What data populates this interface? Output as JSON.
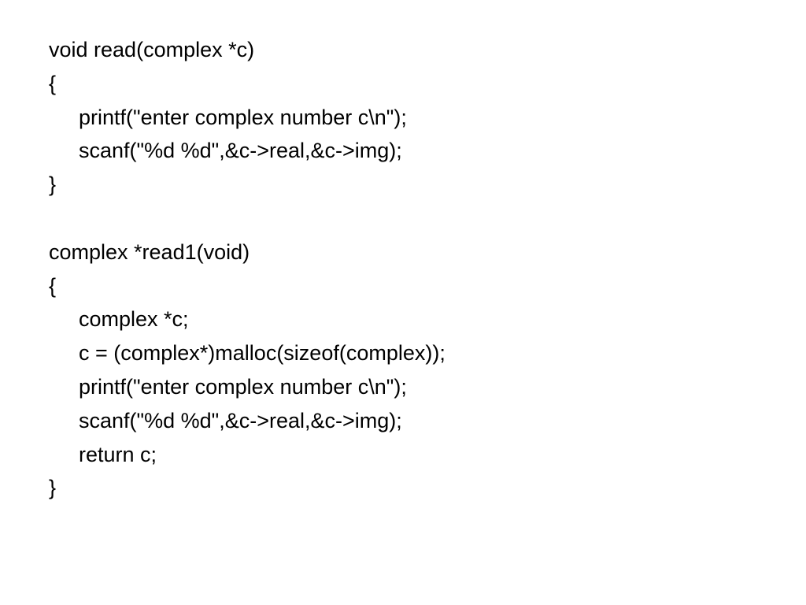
{
  "slide": {
    "lines": [
      {
        "text": "void read(complex *c)",
        "indent": 0
      },
      {
        "text": "{",
        "indent": 0
      },
      {
        "text": "printf(\"enter complex number c\\n\");",
        "indent": 1
      },
      {
        "text": "scanf(\"%d %d\",&c->real,&c->img);",
        "indent": 1
      },
      {
        "text": "}",
        "indent": 0
      },
      {
        "text": "",
        "indent": 0
      },
      {
        "text": "complex *read1(void)",
        "indent": 0
      },
      {
        "text": "{",
        "indent": 0
      },
      {
        "text": "complex *c;",
        "indent": 1
      },
      {
        "text": "c = (complex*)malloc(sizeof(complex));",
        "indent": 1
      },
      {
        "text": "printf(\"enter complex number c\\n\");",
        "indent": 1
      },
      {
        "text": "scanf(\"%d %d\",&c->real,&c->img);",
        "indent": 1
      },
      {
        "text": "return c;",
        "indent": 1
      },
      {
        "text": "}",
        "indent": 0
      }
    ]
  }
}
